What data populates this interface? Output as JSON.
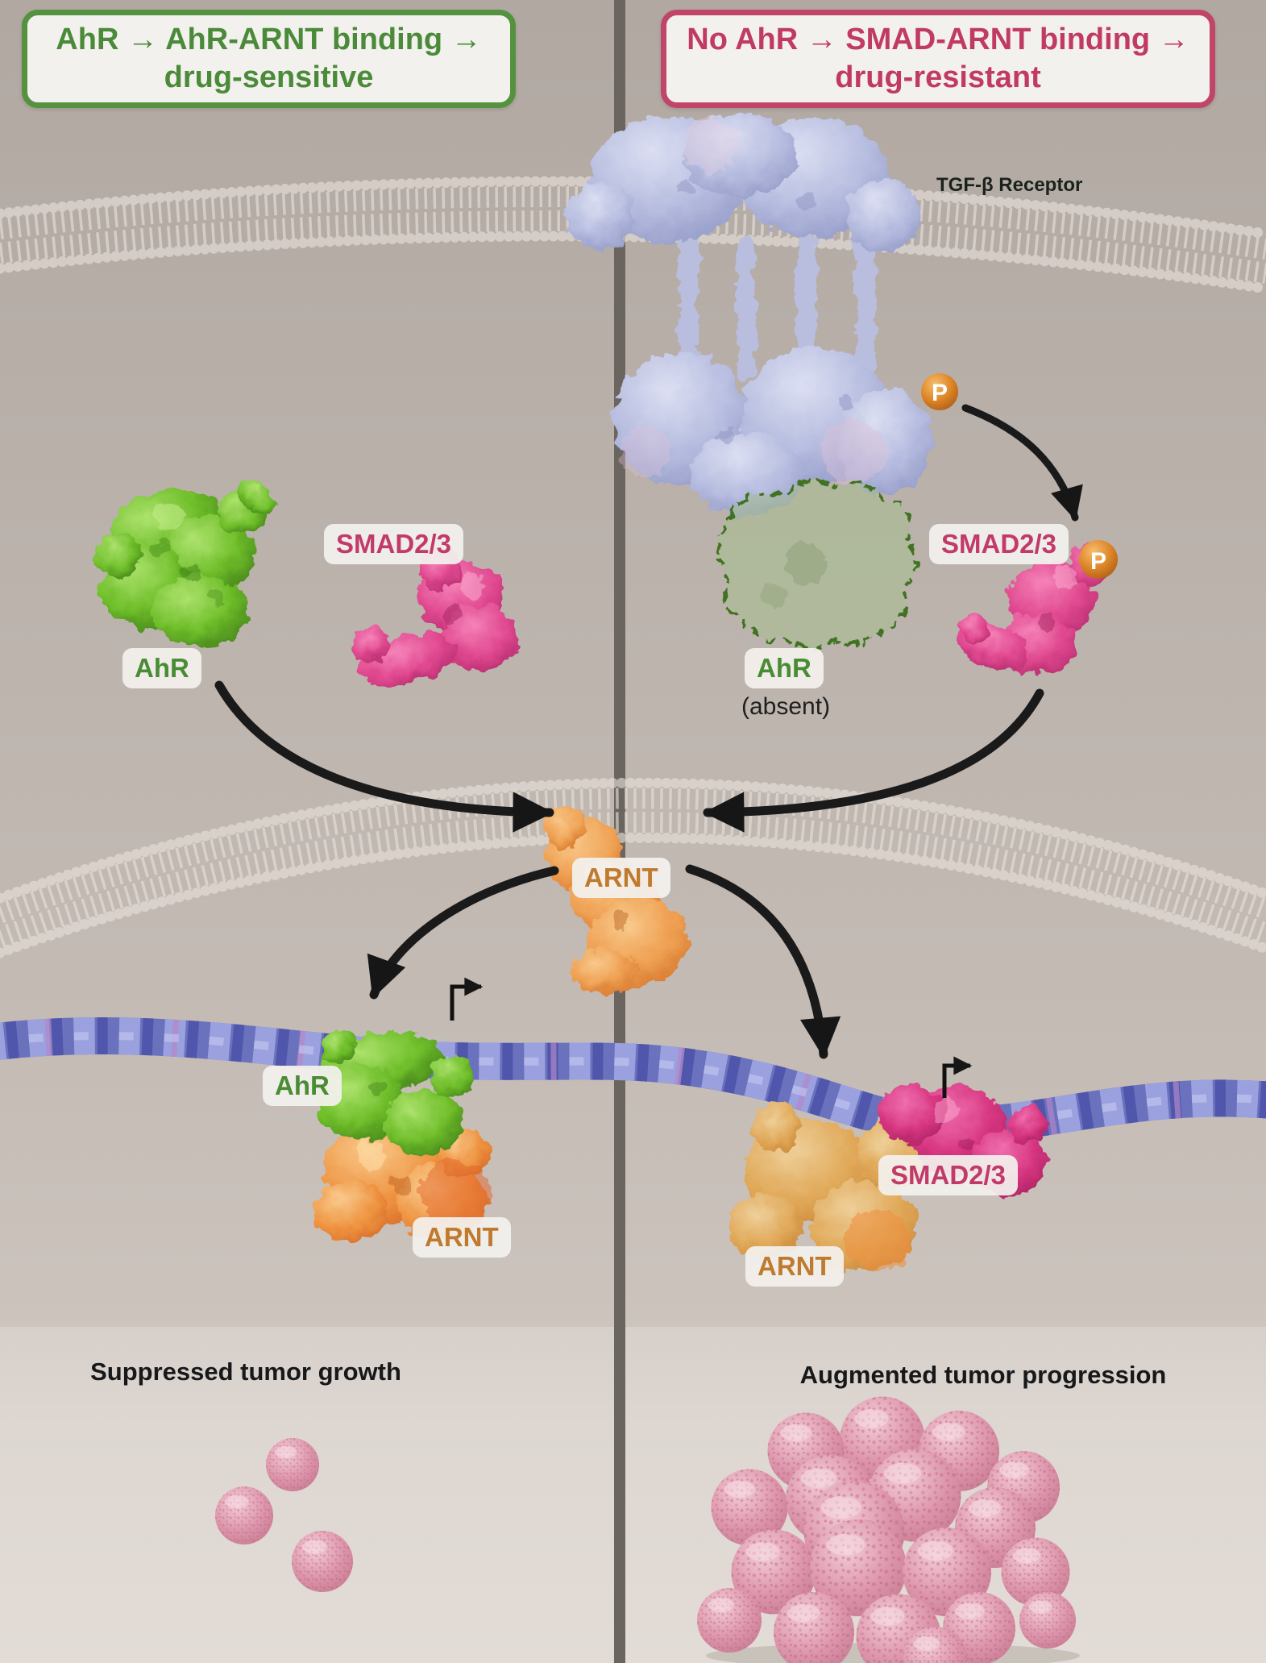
{
  "panels": {
    "left_title": {
      "line1": "AhR → AhR-ARNT binding →",
      "line2": "drug-sensitive"
    },
    "right_title": {
      "line1": "No AhR → SMAD-ARNT binding →",
      "line2": "drug-resistant"
    }
  },
  "labels": {
    "tgfb_receptor": "TGF-β Receptor",
    "smad_left": "SMAD2/3",
    "ahr_left": "AhR",
    "ahr_absent": "AhR",
    "absent_note": "(absent)",
    "smad_right": "SMAD2/3",
    "arnt_center": "ARNT",
    "ahr_dna": "AhR",
    "arnt_dna_left": "ARNT",
    "smad_dna": "SMAD2/3",
    "arnt_dna_right": "ARNT",
    "p": "P"
  },
  "captions": {
    "left": "Suppressed tumor growth",
    "right": "Augmented tumor progression"
  },
  "colors": {
    "left_accent": "#55923f",
    "right_accent": "#c14568",
    "ahr_green": "#4a8c34",
    "smad_pink": "#c23a69",
    "arnt_orange": "#bf7a2e",
    "phospho_orange": "#dd8527",
    "dna_blue": "#6a71bd",
    "receptor_lavender": "#b6bcdf",
    "tumor_pink": "#dc96ab",
    "background": "#beb5af",
    "label_box_bg": "#f3f1ee",
    "caption_text": "#17181b",
    "divider": "#6b6560"
  }
}
